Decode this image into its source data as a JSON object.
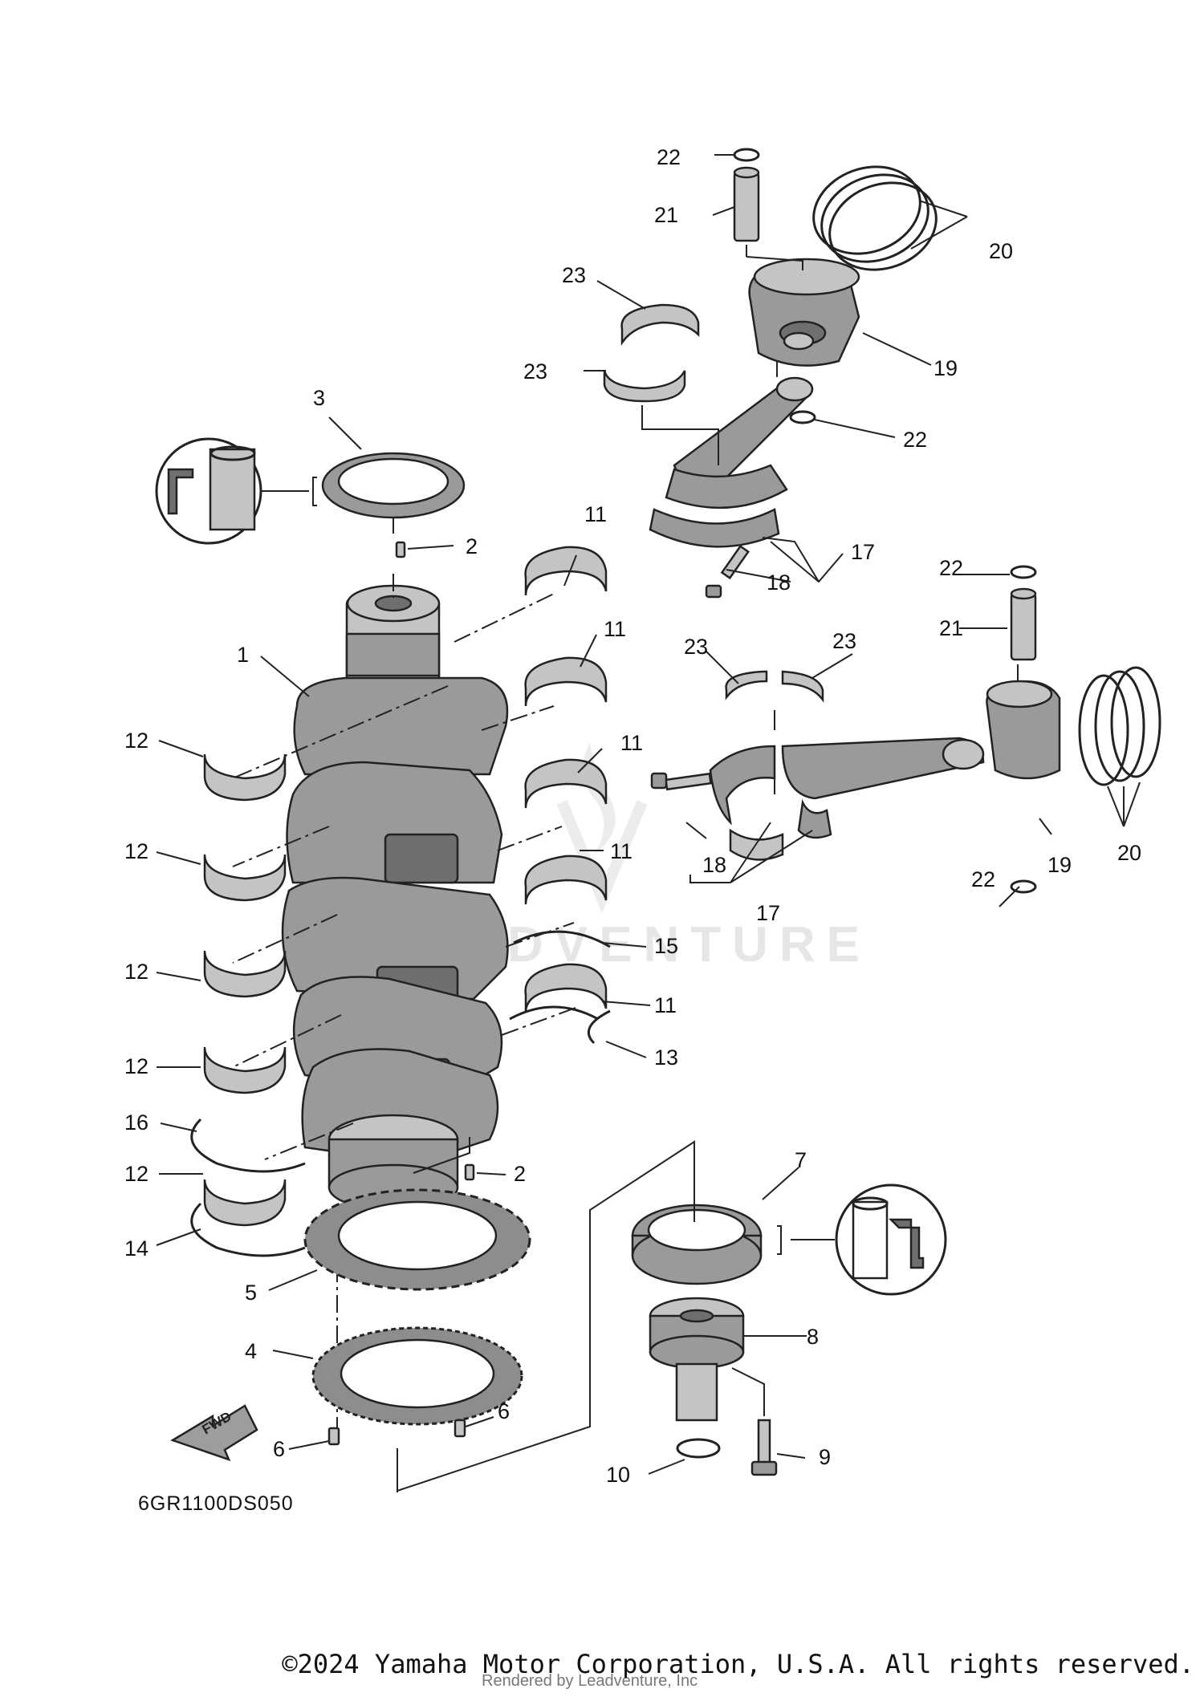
{
  "diagram": {
    "drawing_code": "6GR1100DS050",
    "fwd_label": "FWD",
    "watermark": "DVENTURE",
    "copyright": "©2024 Yamaha Motor Corporation, U.S.A. All rights reserved.",
    "rendered_by": "Rendered by Leadventure, Inc",
    "callouts": {
      "c1": "1",
      "c2a": "2",
      "c2b": "2",
      "c3": "3",
      "c4": "4",
      "c5": "5",
      "c6a": "6",
      "c6b": "6",
      "c7": "7",
      "c8": "8",
      "c9": "9",
      "c10": "10",
      "c11a": "11",
      "c11b": "11",
      "c11c": "11",
      "c11d": "11",
      "c11e": "11",
      "c12a": "12",
      "c12b": "12",
      "c12c": "12",
      "c12d": "12",
      "c12e": "12",
      "c13": "13",
      "c14": "14",
      "c15": "15",
      "c16": "16",
      "c17a": "17",
      "c17b": "17",
      "c18a": "18",
      "c18b": "18",
      "c19a": "19",
      "c19b": "19",
      "c20a": "20",
      "c20b": "20",
      "c21a": "21",
      "c21b": "21",
      "c22a": "22",
      "c22b": "22",
      "c22c": "22",
      "c22d": "22",
      "c23a": "23",
      "c23b": "23",
      "c23c": "23",
      "c23d": "23"
    }
  }
}
